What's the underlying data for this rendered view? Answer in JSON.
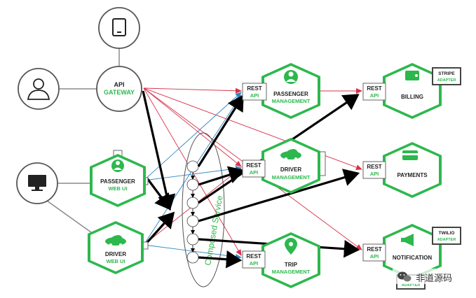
{
  "colors": {
    "green": "#2db84d",
    "green_dark": "#1f9a3c",
    "green_fill": "#3ccb5a",
    "blue_line": "#2e86c1",
    "red_line": "#d9304a",
    "black_arrow": "#000000",
    "gray_line": "#8a8a8a"
  },
  "circles": {
    "tablet": {
      "icon": "tablet-icon"
    },
    "user": {
      "icon": "user-icon"
    },
    "desktop": {
      "icon": "desktop-icon"
    },
    "gateway": {
      "line1": "API",
      "line2": "GATEWAY"
    }
  },
  "web_uis": {
    "passenger": {
      "title": "PASSENGER",
      "sub": "WEB UI",
      "icon": "person-icon"
    },
    "driver": {
      "title": "DRIVER",
      "sub": "WEB UI",
      "icon": "car-icon"
    }
  },
  "services": {
    "passenger": {
      "title": "PASSENGER",
      "sub": "MANAGEMENT",
      "icon": "person-icon",
      "api": [
        "REST",
        "API"
      ]
    },
    "driver": {
      "title": "DRIVER",
      "sub": "MANAGEMENT",
      "icon": "car-icon",
      "api": [
        "REST",
        "API"
      ]
    },
    "trip": {
      "title": "TRIP",
      "sub": "MANAGEMENT",
      "icon": "location-pin-icon",
      "api": [
        "REST",
        "API"
      ]
    },
    "billing": {
      "title": "BILLING",
      "icon": "wallet-icon",
      "api": [
        "REST",
        "API"
      ]
    },
    "payments": {
      "title": "PAYMENTS",
      "icon": "card-icon",
      "api": [
        "REST",
        "API"
      ]
    },
    "notification": {
      "title": "NOTIFICATION",
      "icon": "megaphone-icon",
      "api": [
        "REST",
        "API"
      ]
    }
  },
  "adapters": {
    "stripe": {
      "line1": "STRIPE",
      "line2": "ADAPTER"
    },
    "twilio": {
      "line1": "TWILIO",
      "line2": "ADAPTER"
    },
    "bottom": {
      "line2": "ADAPTER"
    }
  },
  "composed": {
    "label": "Composed Service"
  },
  "watermark": {
    "text": "非道源码"
  }
}
